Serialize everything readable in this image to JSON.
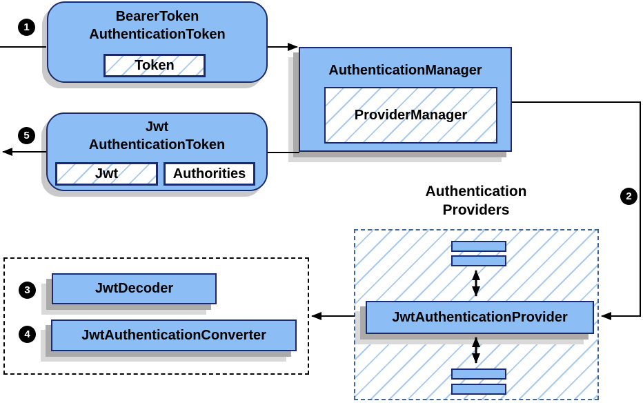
{
  "nodes": {
    "bearer_token": {
      "title_line1": "BearerToken",
      "title_line2": "AuthenticationToken",
      "chip": "Token"
    },
    "auth_manager": {
      "title": "AuthenticationManager",
      "chip": "ProviderManager"
    },
    "jwt_auth_token": {
      "title_line1": "Jwt",
      "title_line2": "AuthenticationToken",
      "chip_jwt": "Jwt",
      "chip_authorities": "Authorities"
    },
    "providers_group": {
      "label_line1": "Authentication",
      "label_line2": "Providers"
    },
    "jwt_auth_provider": {
      "title": "JwtAuthenticationProvider"
    },
    "jwt_decoder": {
      "title": "JwtDecoder"
    },
    "jwt_auth_converter": {
      "title": "JwtAuthenticationConverter"
    }
  },
  "badges": {
    "step1": "1",
    "step2": "2",
    "step3": "3",
    "step4": "4",
    "step5": "5"
  },
  "colors": {
    "box_fill": "#8CBEF5",
    "box_border": "#1B2A6B",
    "hatch_line": "#A8C9EE",
    "blue_dash": "#3E6492",
    "arrow": "#000000",
    "badge_bg": "#000000",
    "badge_fg": "#FFFFFF"
  }
}
